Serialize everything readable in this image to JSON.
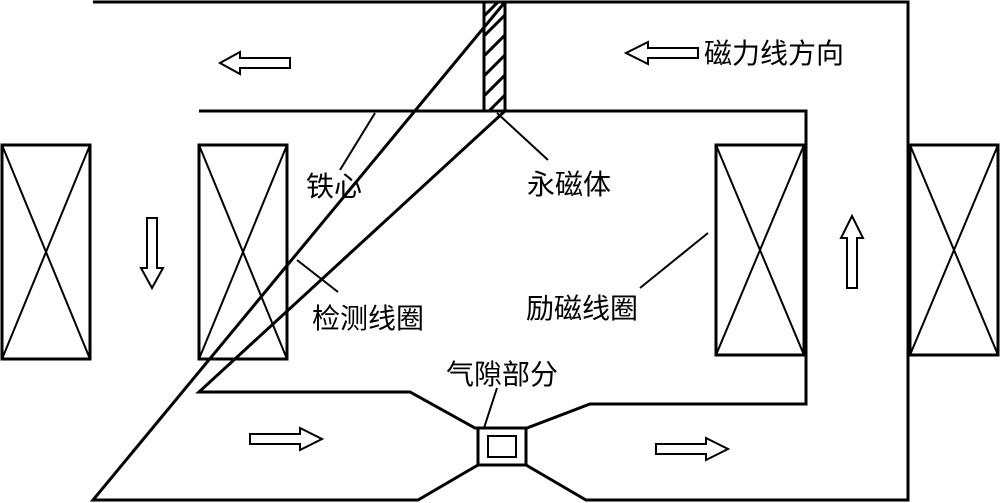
{
  "labels": {
    "flux_direction": "磁力线方向",
    "core": "铁心",
    "permanent_magnet": "永磁体",
    "detection_coil": "检测线圈",
    "excitation_coil": "励磁线圈",
    "air_gap": "气隙部分"
  },
  "colors": {
    "stroke": "#000000",
    "background": "#ffffff"
  },
  "icons": {
    "flux_direction": "hollow-arrow-left-icon",
    "flux_top_left": "hollow-arrow-left-icon",
    "flux_left_leg": "hollow-arrow-down-icon",
    "flux_right_leg": "hollow-arrow-up-icon",
    "flux_bottom_left": "hollow-arrow-right-icon",
    "flux_bottom_right": "hollow-arrow-right-icon"
  }
}
